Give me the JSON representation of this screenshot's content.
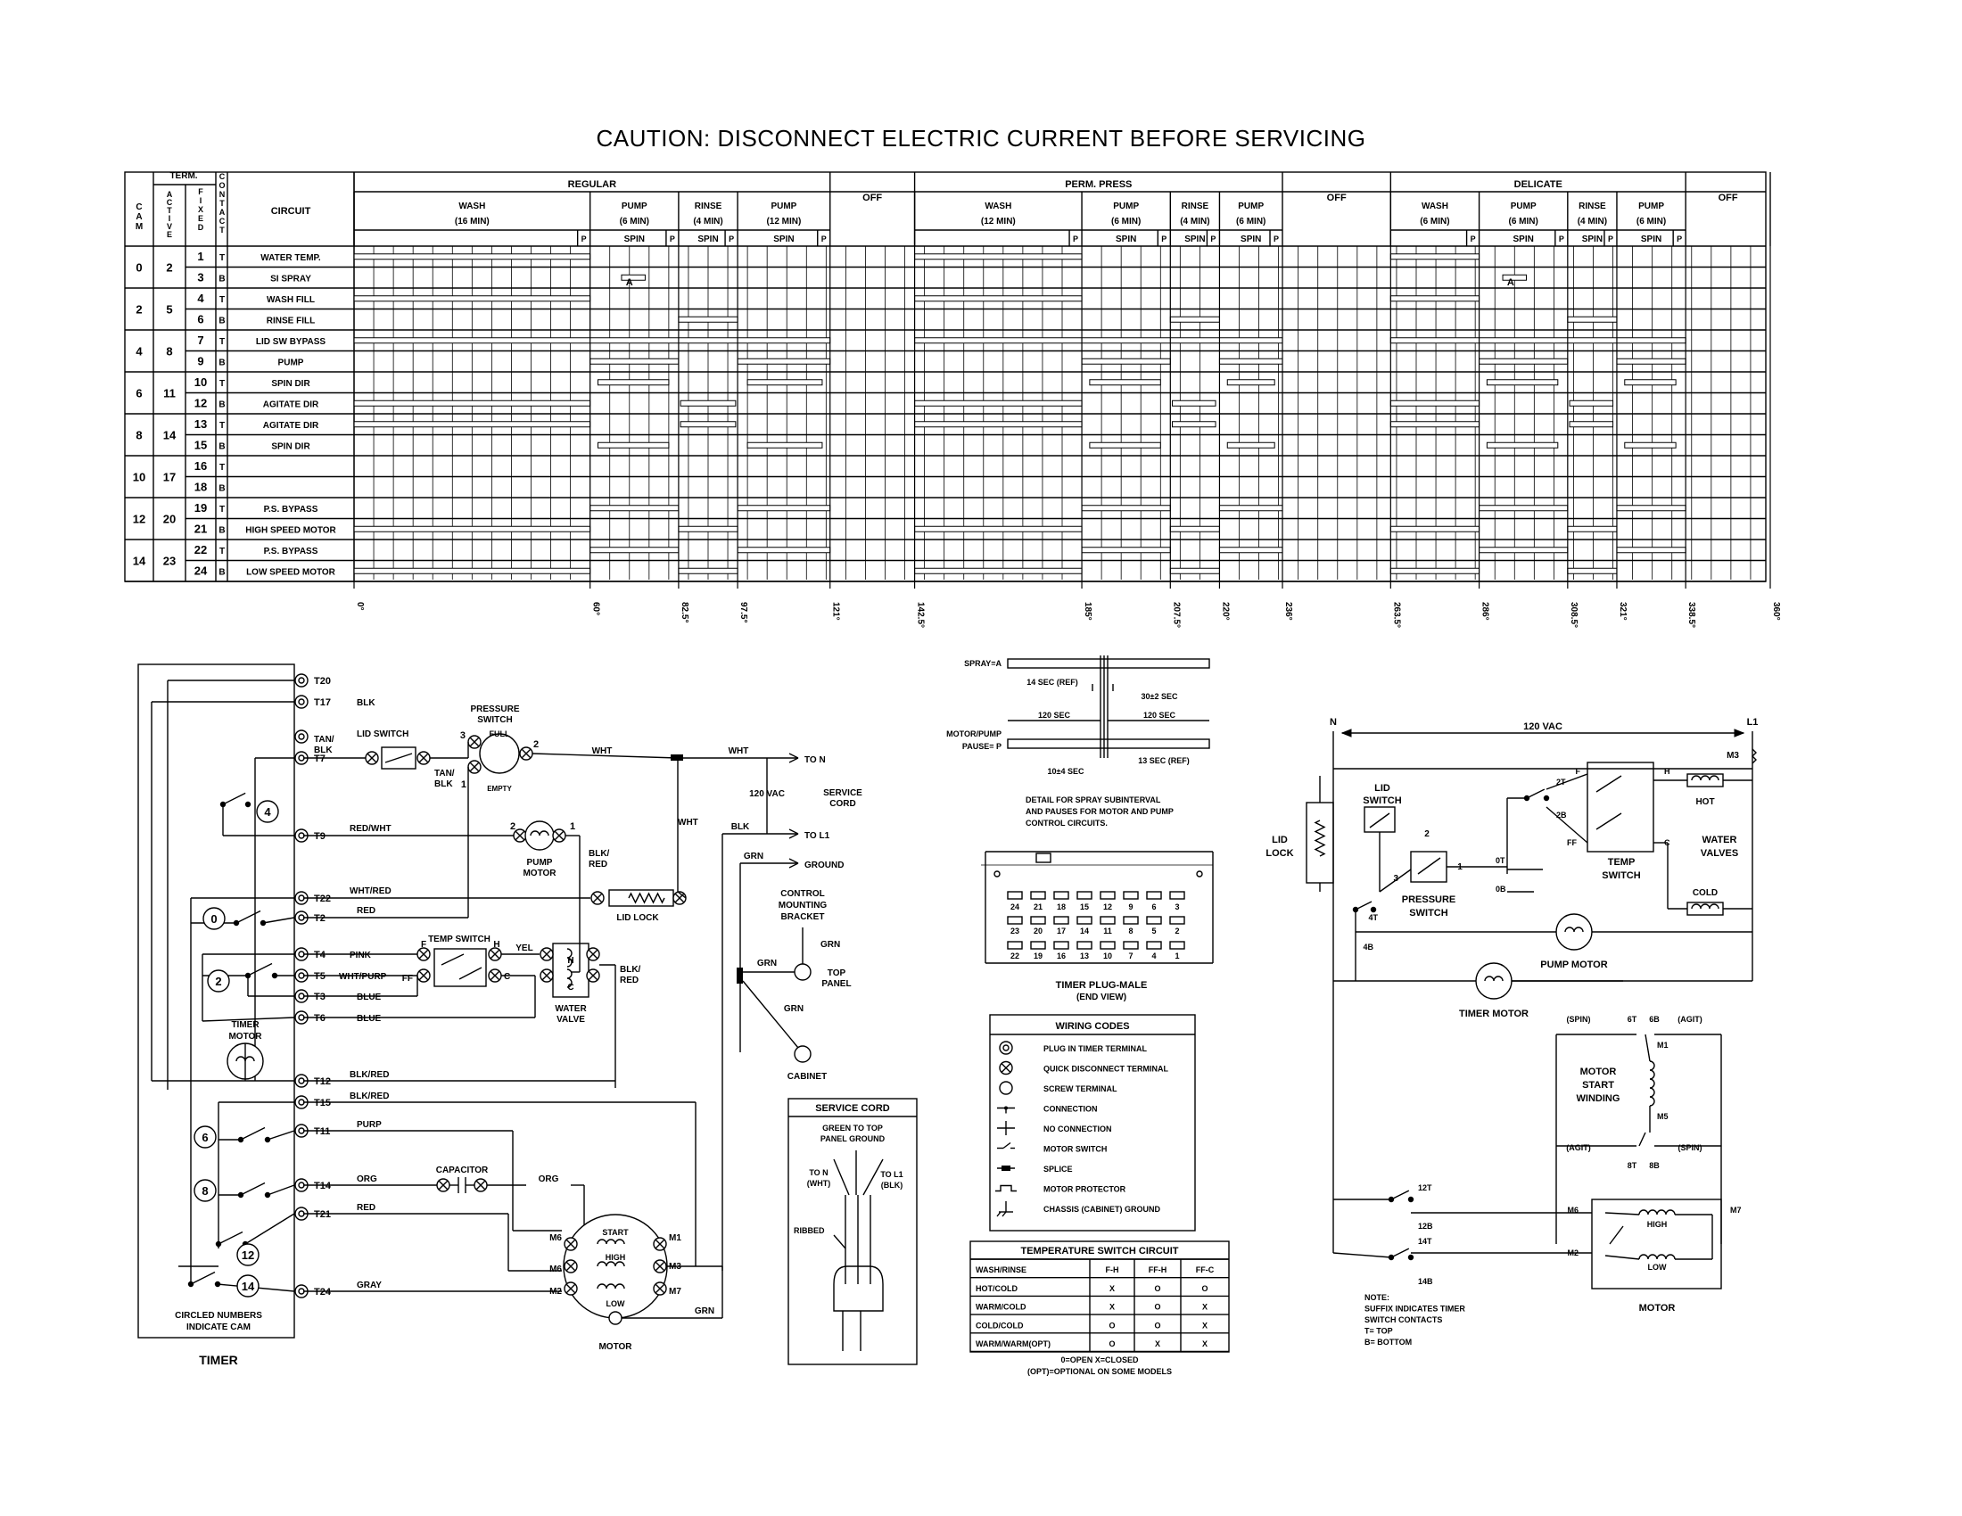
{
  "title": "CAUTION: DISCONNECT ELECTRIC CURRENT BEFORE SERVICING",
  "chart": {
    "hdr": {
      "cam": "CAM",
      "term": "TERM.",
      "active": "ACTIVE",
      "fixed": "FIXED",
      "contact": "CONTACT",
      "circuit": "CIRCUIT"
    },
    "groups": [
      "REGULAR",
      "OFF",
      "PERM. PRESS",
      "OFF",
      "DELICATE",
      "OFF"
    ],
    "phases": [
      {
        "name": "WASH",
        "dur": "(16 MIN)"
      },
      {
        "name": "PUMP",
        "dur": "(6 MIN)"
      },
      {
        "name": "RINSE",
        "dur": "(4 MIN)"
      },
      {
        "name": "PUMP",
        "dur": "(12 MIN)"
      },
      {
        "name": "WASH",
        "dur": "(12 MIN)"
      },
      {
        "name": "PUMP",
        "dur": "(6 MIN)"
      },
      {
        "name": "RINSE",
        "dur": "(4 MIN)"
      },
      {
        "name": "PUMP",
        "dur": "(6 MIN)"
      },
      {
        "name": "WASH",
        "dur": "(6 MIN)"
      },
      {
        "name": "PUMP",
        "dur": "(6 MIN)"
      },
      {
        "name": "RINSE",
        "dur": "(4 MIN)"
      },
      {
        "name": "PUMP",
        "dur": "(6 MIN)"
      }
    ],
    "spin": "SPIN",
    "p": "P",
    "cams": [
      {
        "cam": "0",
        "active": "2",
        "rows": [
          {
            "fixed": "1",
            "c": "T",
            "circuit": "WATER TEMP."
          },
          {
            "fixed": "3",
            "c": "B",
            "circuit": "SI SPRAY"
          }
        ]
      },
      {
        "cam": "2",
        "active": "5",
        "rows": [
          {
            "fixed": "4",
            "c": "T",
            "circuit": "WASH FILL"
          },
          {
            "fixed": "6",
            "c": "B",
            "circuit": "RINSE FILL"
          }
        ]
      },
      {
        "cam": "4",
        "active": "8",
        "rows": [
          {
            "fixed": "7",
            "c": "T",
            "circuit": "LID SW BYPASS"
          },
          {
            "fixed": "9",
            "c": "B",
            "circuit": "PUMP"
          }
        ]
      },
      {
        "cam": "6",
        "active": "11",
        "rows": [
          {
            "fixed": "10",
            "c": "T",
            "circuit": "SPIN DIR"
          },
          {
            "fixed": "12",
            "c": "B",
            "circuit": "AGITATE DIR"
          }
        ]
      },
      {
        "cam": "8",
        "active": "14",
        "rows": [
          {
            "fixed": "13",
            "c": "T",
            "circuit": "AGITATE DIR"
          },
          {
            "fixed": "15",
            "c": "B",
            "circuit": "SPIN DIR"
          }
        ]
      },
      {
        "cam": "10",
        "active": "17",
        "rows": [
          {
            "fixed": "16",
            "c": "T",
            "circuit": ""
          },
          {
            "fixed": "18",
            "c": "B",
            "circuit": ""
          }
        ]
      },
      {
        "cam": "12",
        "active": "20",
        "rows": [
          {
            "fixed": "19",
            "c": "T",
            "circuit": "P.S. BYPASS"
          },
          {
            "fixed": "21",
            "c": "B",
            "circuit": "HIGH SPEED MOTOR"
          }
        ]
      },
      {
        "cam": "14",
        "active": "23",
        "rows": [
          {
            "fixed": "22",
            "c": "T",
            "circuit": "P.S. BYPASS"
          },
          {
            "fixed": "24",
            "c": "B",
            "circuit": "LOW SPEED MOTOR"
          }
        ]
      }
    ],
    "marker": "A",
    "degrees": [
      "0°",
      "60°",
      "82.5°",
      "97.5°",
      "121°",
      "142.5°",
      "185°",
      "207.5°",
      "220°",
      "236°",
      "263.5°",
      "286°",
      "308.5°",
      "321°",
      "338.5°",
      "360°"
    ]
  },
  "timer": {
    "terminals": [
      "T20",
      "T17",
      "TAN/ BLK",
      "T7",
      "T9",
      "T22",
      "T2",
      "T4",
      "T5",
      "T3",
      "T6",
      "T12",
      "T15",
      "T11",
      "T14",
      "T21",
      "T24"
    ],
    "cams": [
      "4",
      "0",
      "2",
      "6",
      "8",
      "12",
      "14"
    ],
    "label": "TIMER",
    "note1": "CIRCLED NUMBERS",
    "note2": "INDICATE CAM",
    "timer_motor": "TIMER MOTOR"
  },
  "wires": {
    "blk": "BLK",
    "lid_switch": "LID SWITCH",
    "pressure_switch": "PRESSURE SWITCH",
    "full": "FULL",
    "empty": "EMPTY",
    "tanblk": "TAN/ BLK",
    "wht": "WHT",
    "red_wht": "RED/WHT",
    "pump_motor": "PUMP MOTOR",
    "blk_red": "BLK/ RED",
    "wht_red": "WHT/RED",
    "red": "RED",
    "lid_lock": "LID LOCK",
    "pink": "PINK",
    "wht_purp": "WHT/PURP",
    "blue": "BLUE",
    "temp_switch": "TEMP SWITCH",
    "yel": "YEL",
    "water_valve": "WATER VALVE",
    "blkred2": "BLK/RED",
    "purp": "PURP",
    "org": "ORG",
    "capacitor": "CAPACITOR",
    "gray": "GRAY",
    "grn": "GRN",
    "start": "START",
    "high": "HIGH",
    "low": "LOW",
    "motor": "MOTOR",
    "to_n": "TO N",
    "to_l1": "TO L1",
    "ground": "GROUND",
    "vac": "120 VAC",
    "service_cord": "SERVICE CORD",
    "control_bracket": "CONTROL MOUNTING BRACKET",
    "top_panel": "TOP PANEL",
    "cabinet": "CABINET",
    "n1": "1",
    "n2": "2",
    "n3": "3",
    "f": "F",
    "ff": "FF",
    "h": "H",
    "c": "C"
  },
  "detail": {
    "spray": "SPRAY=A",
    "motor_pump": "MOTOR/PUMP",
    "pause": "PAUSE= P",
    "t14": "14 SEC (REF)",
    "t30": "30±2 SEC",
    "t120a": "120 SEC",
    "t120b": "120 SEC",
    "t10": "10±4 SEC",
    "t13": "13 SEC (REF)",
    "note1": "DETAIL FOR SPRAY SUBINTERVAL",
    "note2": "AND PAUSES FOR MOTOR AND PUMP",
    "note3": "CONTROL CIRCUITS.",
    "plug_top": [
      "24",
      "21",
      "18",
      "15",
      "12",
      "9",
      "6",
      "3"
    ],
    "plug_bot": [
      "23",
      "20",
      "17",
      "14",
      "11",
      "8",
      "5",
      "2"
    ],
    "plug_3": [
      "22",
      "19",
      "16",
      "13",
      "10",
      "7",
      "4",
      "1"
    ],
    "plug_label": "TIMER PLUG-MALE",
    "plug_sub": "(END VIEW)"
  },
  "codes": {
    "title": "WIRING CODES",
    "items": [
      "PLUG IN TIMER TERMINAL",
      "QUICK DISCONNECT TERMINAL",
      "SCREW TERMINAL",
      "CONNECTION",
      "NO CONNECTION",
      "MOTOR SWITCH",
      "SPLICE",
      "MOTOR PROTECTOR",
      "CHASSIS (CABINET) GROUND"
    ]
  },
  "cord": {
    "title": "SERVICE CORD",
    "green": "GREEN TO TOP PANEL GROUND",
    "ton": "TO N (WHT)",
    "tol1": "TO L1 (BLK)",
    "ribbed": "RIBBED"
  },
  "tempsw": {
    "title": "TEMPERATURE SWITCH CIRCUIT",
    "cols": [
      "WASH/RINSE",
      "F-H",
      "FF-H",
      "FF-C"
    ],
    "rows": [
      [
        "HOT/COLD",
        "X",
        "O",
        "O"
      ],
      [
        "WARM/COLD",
        "X",
        "O",
        "X"
      ],
      [
        "COLD/COLD",
        "O",
        "O",
        "X"
      ],
      [
        "WARM/WARM(OPT)",
        "O",
        "X",
        "X"
      ]
    ],
    "legend1": "0=OPEN      X=CLOSED",
    "legend2": "(OPT)=OPTIONAL ON SOME MODELS"
  },
  "ladder": {
    "n": "N",
    "l1": "L1",
    "vac": "120 VAC",
    "m3": "M3",
    "hot": "HOT",
    "cold": "COLD",
    "water_valves": "WATER VALVES",
    "temp_switch": "TEMP SWITCH",
    "lid_switch": "LID SWITCH",
    "lid_lock": "LID LOCK",
    "pressure_switch": "PRESSURE SWITCH",
    "pump_motor": "PUMP MOTOR",
    "timer_motor": "TIMER MOTOR",
    "spin": "(SPIN)",
    "agit": "(AGIT)",
    "m1": "M1",
    "m5": "M5",
    "m6": "M6",
    "m7": "M7",
    "m2": "M2",
    "mot_start": "MOTOR START WINDING",
    "high": "HIGH",
    "low": "LOW",
    "motor": "MOTOR",
    "t2t": "2T",
    "t2b": "2B",
    "t0t": "0T",
    "t0b": "0B",
    "t4t": "4T",
    "t4b": "4B",
    "t6t": "6T",
    "t6b": "6B",
    "t8t": "8T",
    "t8b": "8B",
    "t12t": "12T",
    "t12b": "12B",
    "t14t": "14T",
    "t14b": "14B",
    "f": "F",
    "ff": "FF",
    "h": "H",
    "c": "C",
    "n1": "1",
    "n2": "2",
    "n3": "3",
    "note": [
      "NOTE:",
      "SUFFIX INDICATES TIMER",
      "SWITCH CONTACTS",
      "T= TOP",
      "B= BOTTOM"
    ]
  }
}
